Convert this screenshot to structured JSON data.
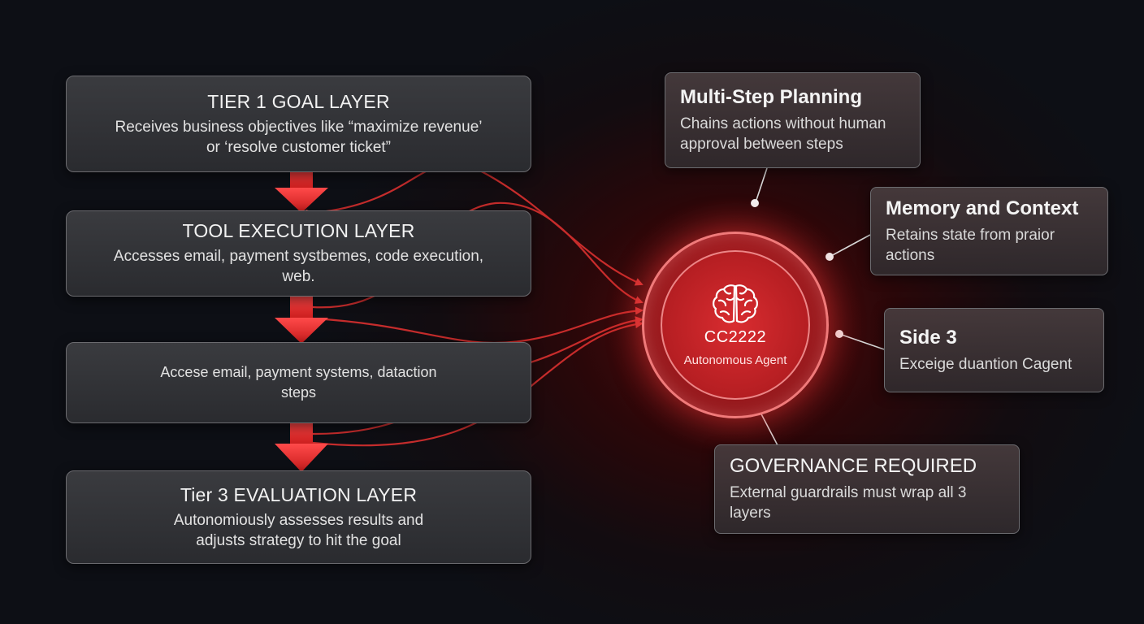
{
  "tiers": [
    {
      "title": "TIER 1 GOAL LAYER",
      "text": "Receives business objectives like “maximize revenue’\nor ‘resolve customer ticket”"
    },
    {
      "title": "TOOL EXECUTION LAYER",
      "text": "Accesses email, payment systbemes, code execution, web."
    },
    {
      "title": "",
      "text": "Accese email, payment systems, dataction\nsteps"
    },
    {
      "title": "Tier 3 EVALUATION LAYER",
      "text": "Autonomiously assesses results and\nadjusts strategy to hit the goal"
    }
  ],
  "agent": {
    "id": "CC2222",
    "label": "Autonomous Agent",
    "icon": "brain-icon"
  },
  "features": [
    {
      "title": "Multi-Step Planning",
      "text": "Chains actions without human\napproval between steps"
    },
    {
      "title": "Memory and Context",
      "text": "Retains state from praior actions"
    },
    {
      "title": "Side 3",
      "text": "Exceige duantion Cagent"
    },
    {
      "title": "GOVERNANCE REQUIRED",
      "text": "External guardrails must wrap all 3 layers"
    }
  ],
  "colors": {
    "accent": "#e02a2a",
    "hub": "#c4262a",
    "box_border": "#6a6a6e"
  }
}
